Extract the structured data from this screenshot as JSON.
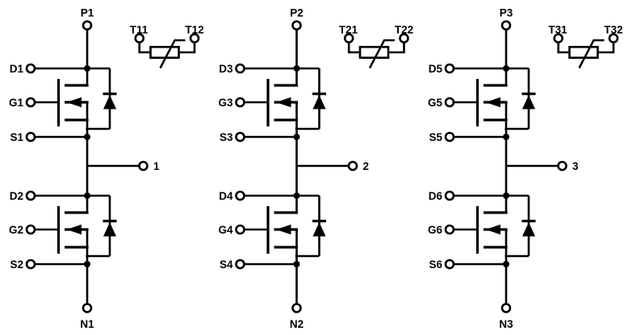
{
  "figure": {
    "background": "#ffffff",
    "line_color": "#000000",
    "symbols": {
      "transistor": "n-channel-mosfet-with-body-diode-icon",
      "temperature_sensor": "thermistor-icon",
      "terminal": "open-circle-terminal-icon",
      "junction": "filled-junction-dot-icon"
    }
  },
  "sections": [
    {
      "p": "P1",
      "n": "N1",
      "phase": "1",
      "t_left": "T11",
      "t_right": "T12",
      "fets": [
        {
          "d": "D1",
          "g": "G1",
          "s": "S1"
        },
        {
          "d": "D2",
          "g": "G2",
          "s": "S2"
        }
      ]
    },
    {
      "p": "P2",
      "n": "N2",
      "phase": "2",
      "t_left": "T21",
      "t_right": "T22",
      "fets": [
        {
          "d": "D3",
          "g": "G3",
          "s": "S3"
        },
        {
          "d": "D4",
          "g": "G4",
          "s": "S4"
        }
      ]
    },
    {
      "p": "P3",
      "n": "N3",
      "phase": "3",
      "t_left": "T31",
      "t_right": "T32",
      "fets": [
        {
          "d": "D5",
          "g": "G5",
          "s": "S5"
        },
        {
          "d": "D6",
          "g": "G6",
          "s": "S6"
        }
      ]
    }
  ]
}
